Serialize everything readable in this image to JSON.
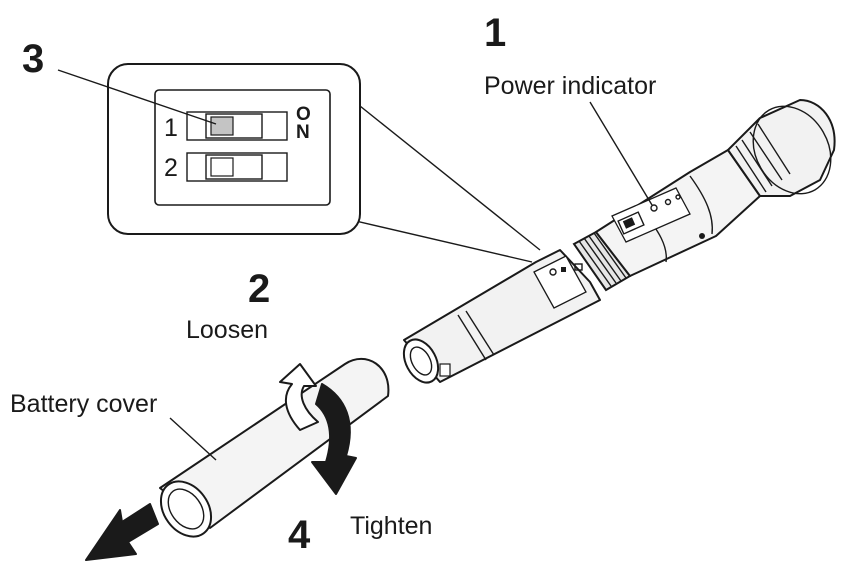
{
  "steps": {
    "step1": "1",
    "step2": "2",
    "step3": "3",
    "step4": "4"
  },
  "labels": {
    "power_indicator": "Power indicator",
    "loosen": "Loosen",
    "battery_cover": "Battery cover",
    "tighten": "Tighten"
  },
  "inset": {
    "switch1_number": "1",
    "switch2_number": "2",
    "on_letter_o": "O",
    "on_letter_n": "N"
  },
  "colors": {
    "line": "#1a1a1a",
    "body_fill": "#f4f4f4",
    "shade": "#d9d9d9",
    "arrow_light": "#ffffff",
    "arrow_dark": "#1a1a1a"
  }
}
